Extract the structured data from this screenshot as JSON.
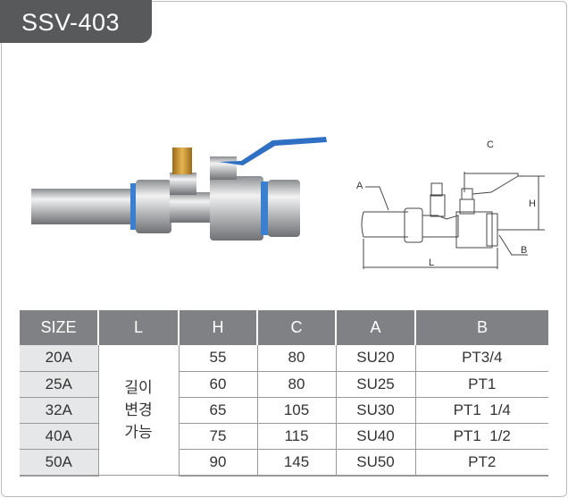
{
  "title": "SSV-403",
  "diagram_labels": {
    "a": "A",
    "b": "B",
    "c": "C",
    "h": "H",
    "l": "L"
  },
  "table": {
    "headers": [
      "SIZE",
      "L",
      "H",
      "C",
      "A",
      "B"
    ],
    "l_note": [
      "길이",
      "변경",
      "가능"
    ],
    "rows": [
      [
        "20A",
        "55",
        "80",
        "SU20",
        "PT3/4"
      ],
      [
        "25A",
        "60",
        "80",
        "SU25",
        "PT1"
      ],
      [
        "32A",
        "65",
        "105",
        "SU30",
        "PT1  1/4"
      ],
      [
        "40A",
        "75",
        "115",
        "SU40",
        "PT1  1/2"
      ],
      [
        "50A",
        "90",
        "145",
        "SU50",
        "PT2"
      ]
    ]
  },
  "colors": {
    "header": "#808184",
    "badge": "#58595b",
    "handle": "#2f6fc4",
    "brass": "#c8902a"
  }
}
